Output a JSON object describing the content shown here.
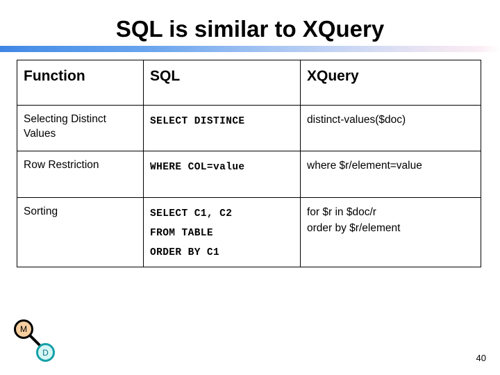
{
  "slide": {
    "title": "SQL is similar to XQuery",
    "page_number": "40",
    "accent_gradient_start": "#4a90e8",
    "accent_gradient_end": "#fbeef5"
  },
  "table": {
    "headers": [
      "Function",
      "SQL",
      "XQuery"
    ],
    "rows": [
      {
        "function": "Selecting Distinct Values",
        "sql_lines": [
          "SELECT DISTINCE"
        ],
        "xquery_lines": [
          "distinct-values($doc)"
        ]
      },
      {
        "function": "Row Restriction",
        "sql_lines": [
          "WHERE COL=value"
        ],
        "xquery_lines": [
          "where $r/element=value"
        ]
      },
      {
        "function": "Sorting",
        "sql_lines": [
          "SELECT C1, C2",
          "FROM TABLE",
          "ORDER BY C1"
        ],
        "xquery_lines": [
          "for $r in $doc/r",
          "order by $r/element"
        ]
      }
    ]
  },
  "nav_glyph": {
    "master_label": "M",
    "detail_label": "D",
    "master_color": "#f7ce9f",
    "detail_color": "#d6f6f4"
  }
}
